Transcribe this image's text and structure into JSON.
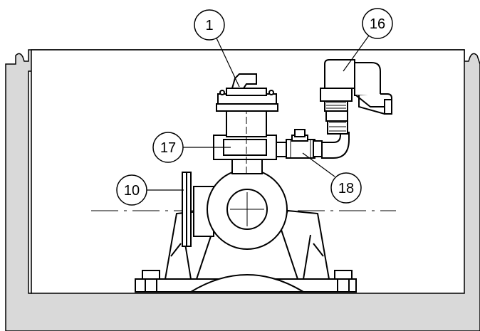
{
  "callouts": {
    "c1": "1",
    "c16": "16",
    "c17": "17",
    "c10": "10",
    "c18": "18"
  },
  "colors": {
    "housing_fill": "#d9d9d9",
    "line": "#000000",
    "background": "#ffffff"
  }
}
